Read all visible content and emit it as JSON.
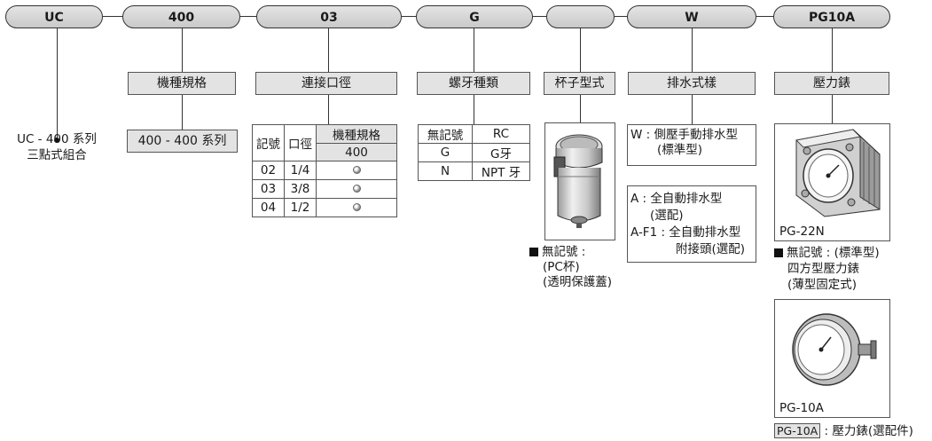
{
  "codes": [
    "UC",
    "400",
    "03",
    "G",
    "",
    "W",
    "PG10A"
  ],
  "labels": {
    "model_spec": "機種規格",
    "port_size": "連接口徑",
    "thread_type": "螺牙種類",
    "cup_type": "杯子型式",
    "drain_type": "排水式樣",
    "gauge": "壓力錶"
  },
  "series_desc": [
    "UC - 400 系列",
    "三點式組合"
  ],
  "model_value": "400 - 400 系列",
  "port_table": {
    "headers": [
      "記號",
      "口徑",
      "機種規格",
      "400"
    ],
    "rows": [
      [
        "02",
        "1/4"
      ],
      [
        "03",
        "3/8"
      ],
      [
        "04",
        "1/2"
      ]
    ]
  },
  "thread_table": {
    "rows": [
      [
        "無記號",
        "RC"
      ],
      [
        "G",
        "G牙"
      ],
      [
        "N",
        "NPT 牙"
      ]
    ]
  },
  "cup_note": [
    "無記號 :",
    "(PC杯)",
    "(透明保護蓋)"
  ],
  "drain_std": [
    "W : 側壓手動排水型",
    "(標準型)"
  ],
  "drain_opt": [
    "A : 全自動排水型",
    "(選配)",
    "A-F1 : 全自動排水型",
    "附接頭(選配)"
  ],
  "gauge_imgs": [
    "PG-22N",
    "PG-10A"
  ],
  "gauge_note": [
    "無記號 : (標準型)",
    "四方型壓力錶",
    "(薄型固定式)"
  ],
  "footnote": {
    "tag": "PG-10A",
    "text": ": 壓力錶(選配件)"
  }
}
